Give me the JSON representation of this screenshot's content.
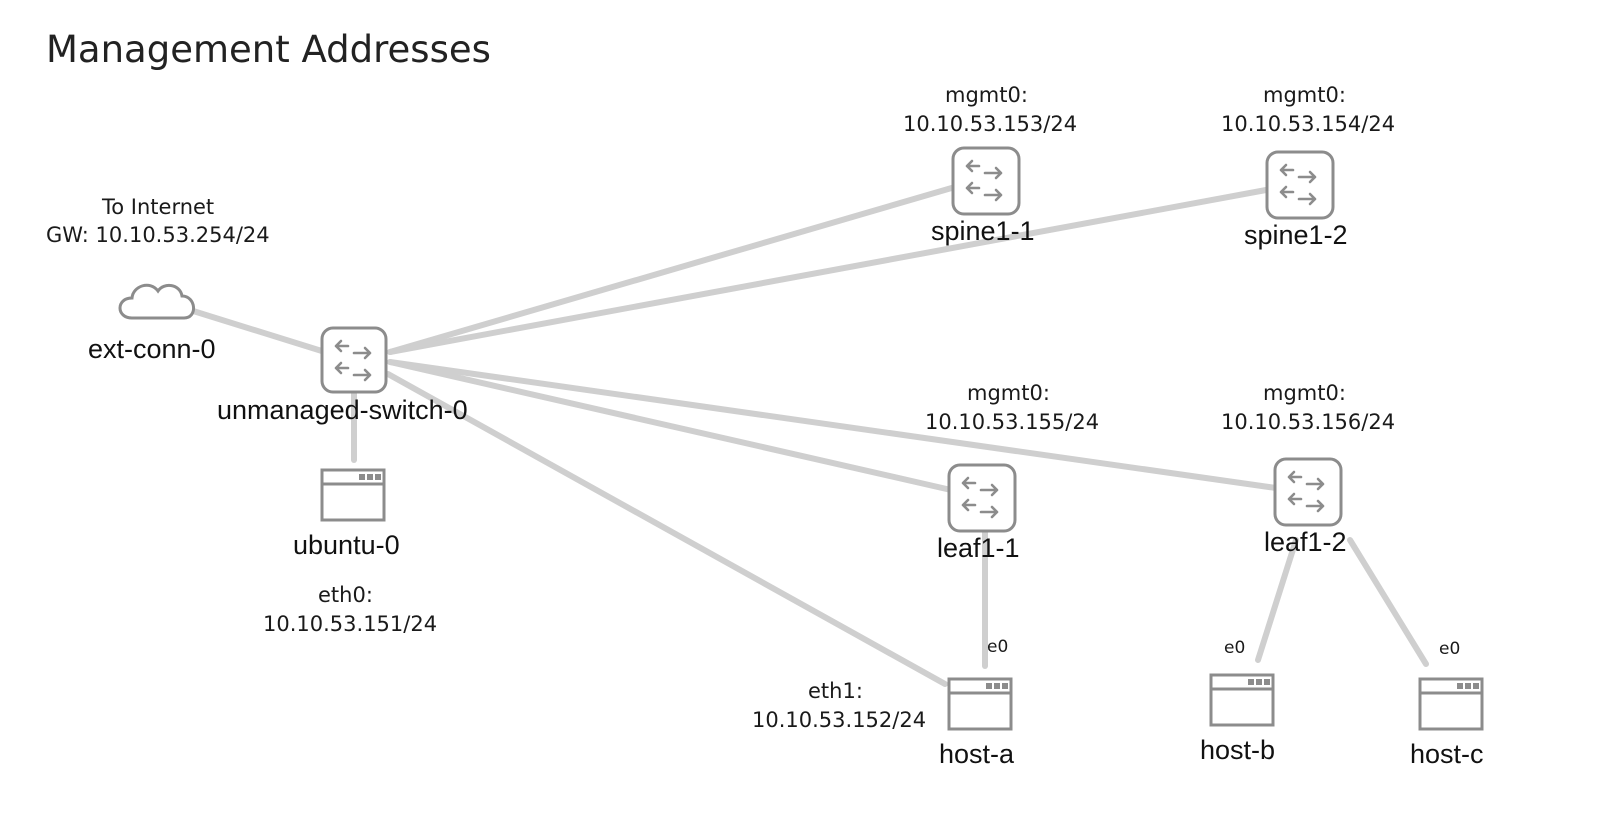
{
  "title": "Management Addresses",
  "nodes": {
    "ext_conn": {
      "label": "ext-conn-0",
      "note_line1": "To Internet",
      "note_line2": "GW: 10.10.53.254/24"
    },
    "switch": {
      "label": "unmanaged-switch-0"
    },
    "ubuntu": {
      "label": "ubuntu-0",
      "iface": "eth0:",
      "addr": "10.10.53.151/24"
    },
    "spine1": {
      "label": "spine1-1",
      "iface": "mgmt0:",
      "addr": "10.10.53.153/24"
    },
    "spine2": {
      "label": "spine1-2",
      "iface": "mgmt0:",
      "addr": "10.10.53.154/24"
    },
    "leaf1": {
      "label": "leaf1-1",
      "iface": "mgmt0:",
      "addr": "10.10.53.155/24"
    },
    "leaf2": {
      "label": "leaf1-2",
      "iface": "mgmt0:",
      "addr": "10.10.53.156/24"
    },
    "host_a": {
      "label": "host-a",
      "iface": "eth1:",
      "addr": "10.10.53.152/24",
      "port": "e0"
    },
    "host_b": {
      "label": "host-b",
      "port": "e0"
    },
    "host_c": {
      "label": "host-c",
      "port": "e0"
    }
  },
  "icons": {
    "ext_conn": "cloud-icon",
    "switch": "switch-icon",
    "spine": "switch-icon",
    "leaf": "switch-icon",
    "host": "server-icon"
  },
  "colors": {
    "link": "#cfcfcf",
    "icon": "#8c8c8c"
  }
}
